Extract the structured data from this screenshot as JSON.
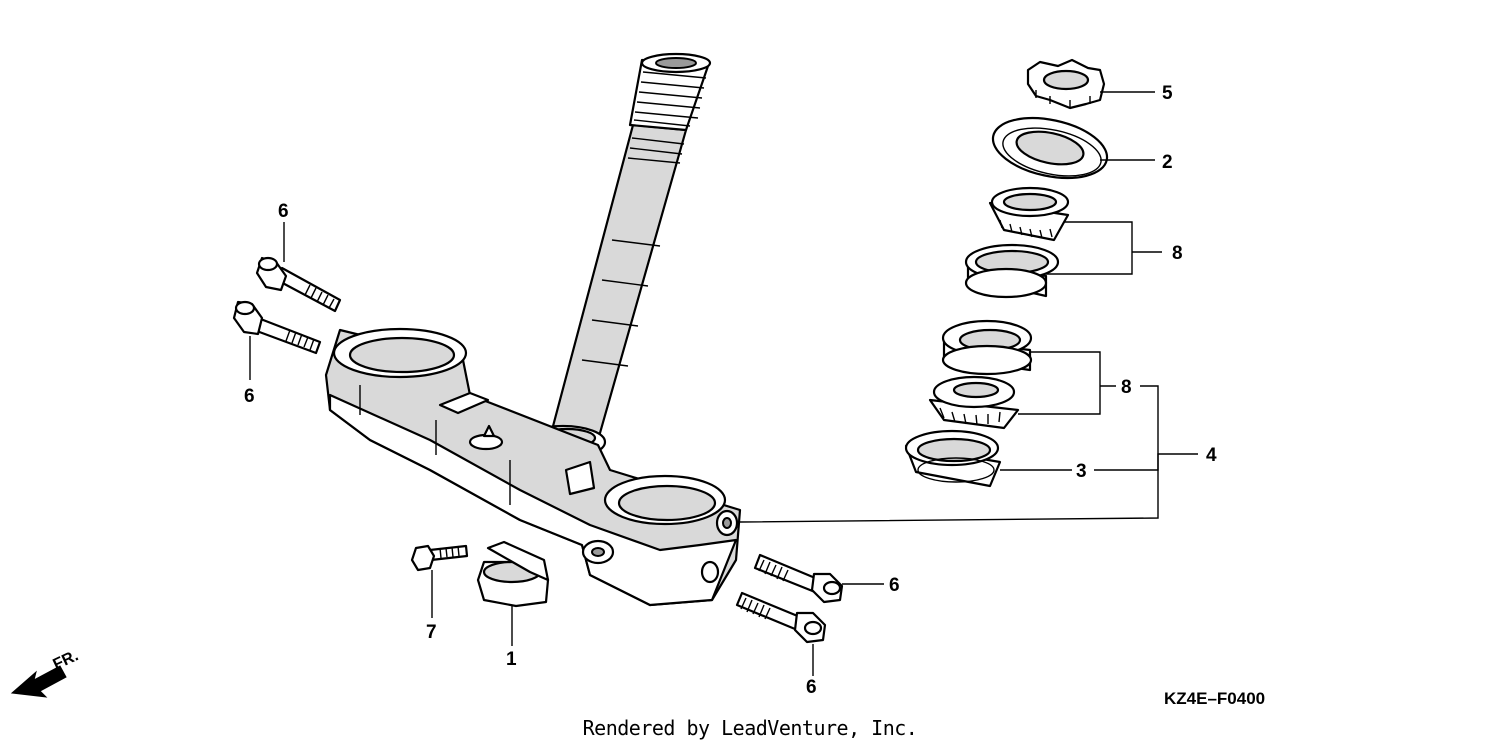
{
  "callouts": {
    "c5": "5",
    "c2": "2",
    "c8_upper": "8",
    "c8_lower": "8",
    "c4": "4",
    "c3": "3",
    "c6_top": "6",
    "c6_left": "6",
    "c6_right": "6",
    "c6_bottom": "6",
    "c7": "7",
    "c1": "1"
  },
  "diagram_code": "KZ4E–F0400",
  "direction_label": "FR.",
  "credit": "Rendered by LeadVenture, Inc.",
  "colors": {
    "line": "#000000",
    "shade": "#d9d9d9",
    "background": "#ffffff"
  }
}
